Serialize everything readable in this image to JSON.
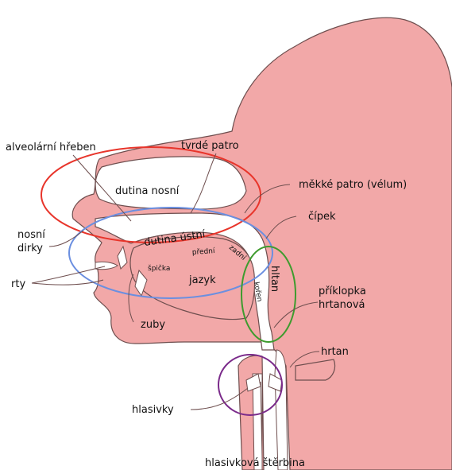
{
  "labels": {
    "alveolar_ridge": "alveolární hřeben",
    "hard_palate": "tvrdé patro",
    "nasal_cavity": "dutina nosní",
    "soft_palate": "měkké patro (vélum)",
    "uvula": "čípek",
    "nostrils_line1": "nosní",
    "nostrils_line2": "dirky",
    "oral_cavity": "dutina ústní",
    "tongue_front": "přední",
    "tongue_back": "zadní",
    "tongue_tip": "špička",
    "tongue_root": "kořen",
    "tongue": "jazyk",
    "pharynx": "hltan",
    "lips": "rty",
    "teeth": "zuby",
    "epiglottis_line1": "příklopka",
    "epiglottis_line2": "hrtanová",
    "larynx": "hrtan",
    "vocal_folds": "hlasivky",
    "glottis": "hlasivková štěrbina"
  },
  "colors": {
    "skin": "#f2a8a8",
    "outline": "#6e4e4e",
    "nasal_ring": "#e8352b",
    "oral_ring": "#6b8fe0",
    "pharynx_ring": "#3e9b2e",
    "larynx_ring": "#7a2a8a"
  }
}
